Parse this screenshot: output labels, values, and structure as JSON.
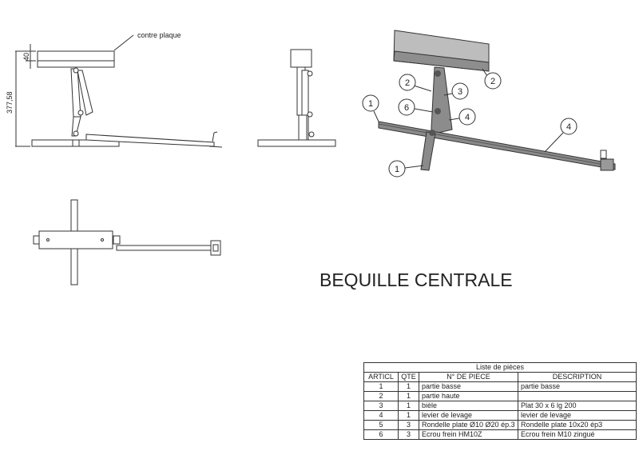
{
  "title": "BEQUILLE CENTRALE",
  "side_view": {
    "label": "contre plaque",
    "dim_height": "377,58",
    "dim_plate": "40"
  },
  "callouts": [
    "2",
    "2",
    "3",
    "1",
    "6",
    "4",
    "4",
    "1"
  ],
  "parts_list": {
    "title": "Liste de pièces",
    "headers": [
      "ARTICL",
      "QTE",
      "N° DE PIECE",
      "DESCRIPTION"
    ],
    "rows": [
      {
        "article": "1",
        "qty": "1",
        "part": "partie basse",
        "desc": "partie basse"
      },
      {
        "article": "2",
        "qty": "1",
        "part": "partie haute",
        "desc": ""
      },
      {
        "article": "3",
        "qty": "1",
        "part": "bièle",
        "desc": "Plat 30 x 6 lg 200"
      },
      {
        "article": "4",
        "qty": "1",
        "part": "levier de levage",
        "desc": "levier de levage"
      },
      {
        "article": "5",
        "qty": "3",
        "part": "Rondelle plate Ø10 Ø20 ép.3",
        "desc": "Rondelle plate 10x20 ép3"
      },
      {
        "article": "6",
        "qty": "3",
        "part": "Ecrou frein HM10Z",
        "desc": "Ecrou frein M10 zingué"
      }
    ]
  }
}
